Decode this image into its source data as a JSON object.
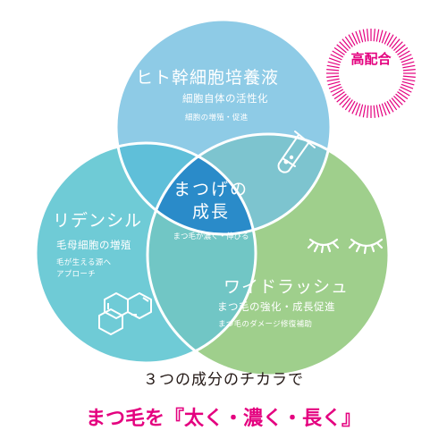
{
  "badge": {
    "text": "高配合"
  },
  "circles": {
    "top": {
      "title": "ヒト幹細胞培養液",
      "line1": "細胞自体の活性化",
      "line2": "細胞の増殖・促進"
    },
    "left": {
      "title": "リデンシル",
      "line1": "毛母細胞の増殖",
      "line2": "毛が生える源へ",
      "line3": "アプローチ"
    },
    "right": {
      "title": "ワイドラッシュ",
      "line1": "まつ毛の強化・成長促進",
      "line2": "まつ毛のダメージ修復補助"
    },
    "center": {
      "title_line1": "まつげの",
      "title_line2": "成長",
      "sub": "まつ毛が濃く・伸びる"
    }
  },
  "footer": {
    "line1": "３つの成分のチカラで",
    "line2": "まつ毛を『太く・濃く・長く』"
  },
  "colors": {
    "top": "#8ecbe6",
    "left": "#6fcbd6",
    "right": "#9fcf8c",
    "center": "#2a8bc9",
    "accent": "#e4007f"
  },
  "icons": [
    "test-tube-icon",
    "eyelash-icon",
    "molecule-icon"
  ]
}
